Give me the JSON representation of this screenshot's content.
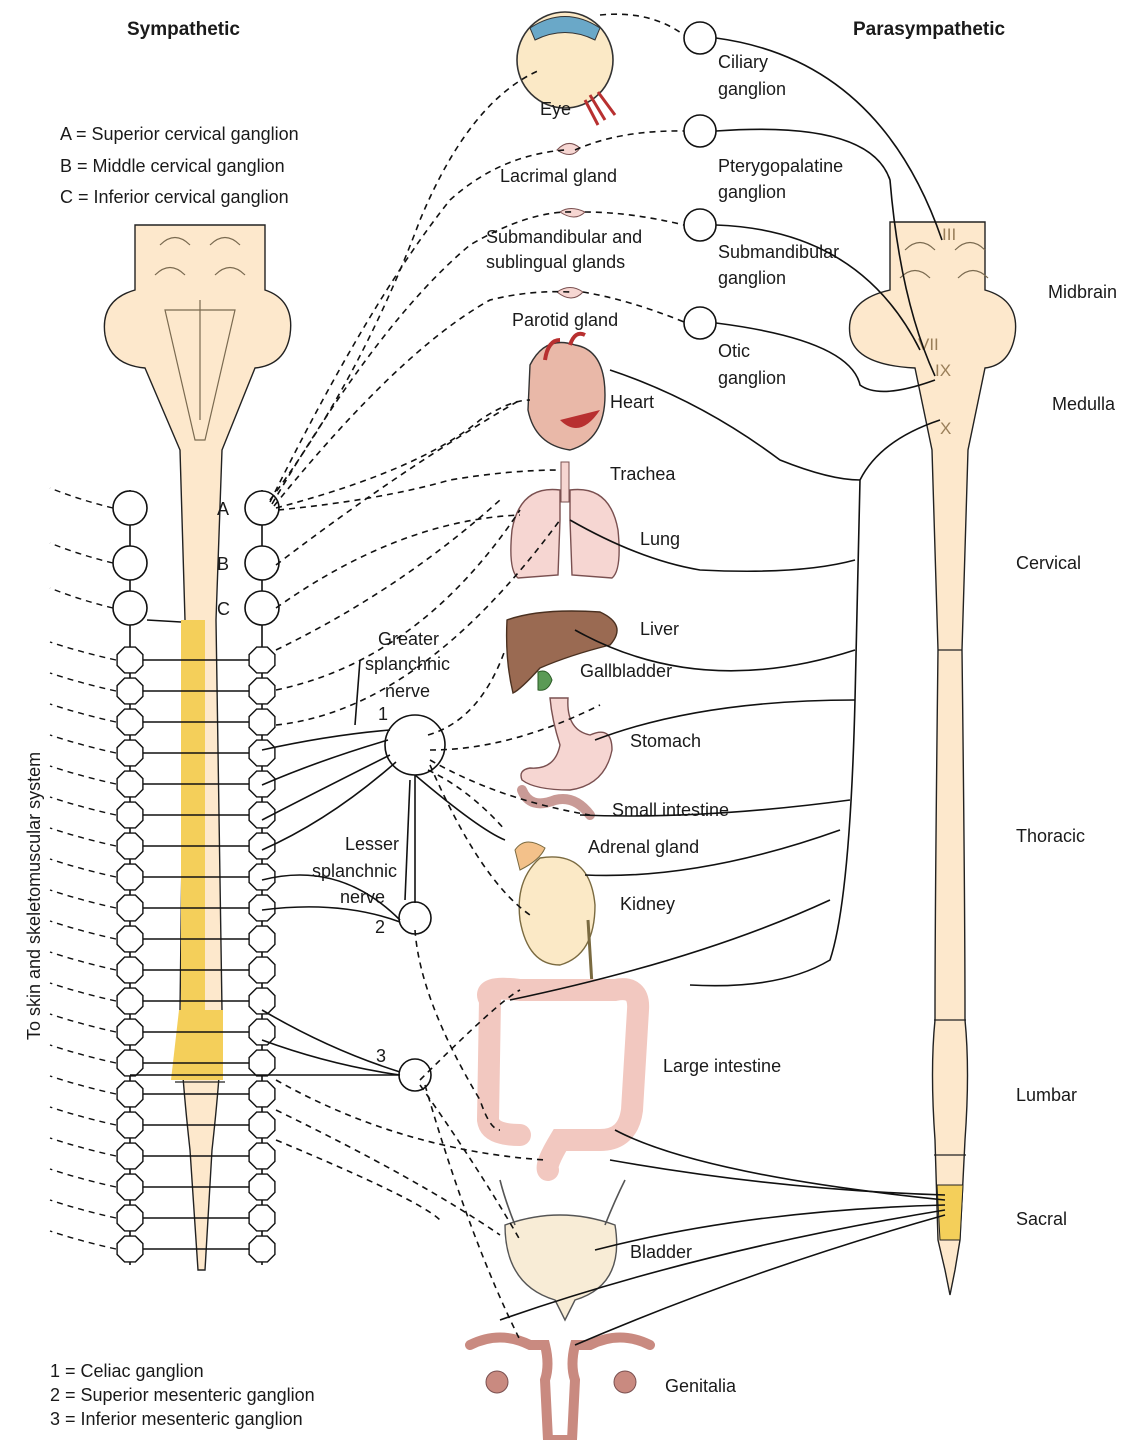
{
  "headers": {
    "sympathetic": "Sympathetic",
    "parasympathetic": "Parasympathetic"
  },
  "legend_top": [
    "A = Superior cervical ganglion",
    "B = Middle cervical ganglion",
    "C = Inferior cervical ganglion"
  ],
  "legend_bottom": [
    "1 = Celiac ganglion",
    "2 = Superior mesenteric ganglion",
    "3 = Inferior mesenteric ganglion"
  ],
  "chain_labels": {
    "a": "A",
    "b": "B",
    "c": "C"
  },
  "prevertebral_labels": {
    "one": "1",
    "two": "2",
    "three": "3"
  },
  "nerves": {
    "greater_1": "Greater",
    "greater_2": "splanchnic",
    "greater_3": "nerve",
    "lesser_1": "Lesser",
    "lesser_2": "splanchnic",
    "lesser_3": "nerve"
  },
  "side_label": "To skin and skeletomuscular system",
  "organs": {
    "eye": "Eye",
    "lacrimal": "Lacrimal gland",
    "submandibular_1": "Submandibular and",
    "submandibular_2": "sublingual glands",
    "parotid": "Parotid gland",
    "heart": "Heart",
    "trachea": "Trachea",
    "lung": "Lung",
    "liver": "Liver",
    "gallbladder": "Gallbladder",
    "stomach": "Stomach",
    "small_intestine": "Small intestine",
    "adrenal": "Adrenal gland",
    "kidney": "Kidney",
    "large_intestine": "Large intestine",
    "bladder": "Bladder",
    "genitalia": "Genitalia"
  },
  "para_ganglia": {
    "ciliary_1": "Ciliary",
    "ciliary_2": "ganglion",
    "ptery_1": "Pterygopalatine",
    "ptery_2": "ganglion",
    "submand_1": "Submandibular",
    "submand_2": "ganglion",
    "otic_1": "Otic",
    "otic_2": "ganglion"
  },
  "cranial_nerves": {
    "iii": "III",
    "vii": "VII",
    "ix": "IX",
    "x": "X"
  },
  "regions": {
    "midbrain": "Midbrain",
    "medulla": "Medulla",
    "cervical": "Cervical",
    "thoracic": "Thoracic",
    "lumbar": "Lumbar",
    "sacral": "Sacral"
  },
  "colors": {
    "cord_fill": "#fde8cc",
    "highlight_yellow": "#f4cf5a",
    "organ_pink": "#f6d6d2",
    "organ_cream": "#fbe9c6",
    "liver_brown": "#9a6a52",
    "gallbladder_green": "#5a9a55",
    "heart_red": "#b83030",
    "eye_blue": "#6aa8c8"
  }
}
